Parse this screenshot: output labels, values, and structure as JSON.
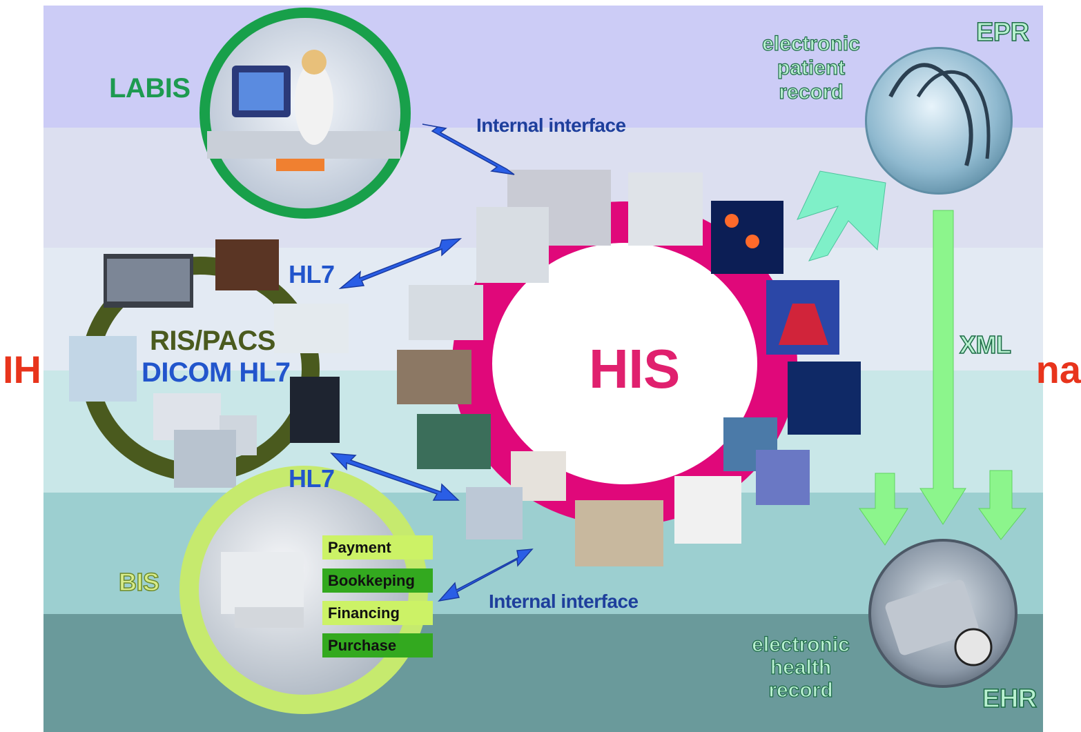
{
  "background_title": {
    "left_fragment": "IH",
    "right_fragment": "na"
  },
  "labels": {
    "labis": "LABIS",
    "ris_pacs": "RIS/PACS",
    "dicom_hl7": "DICOM HL7",
    "his": "HIS",
    "bis": "BIS",
    "epr": "EPR",
    "ehr": "EHR",
    "xml": "XML",
    "hl7_top": "HL7",
    "hl7_bottom": "HL7",
    "internal_interface_top": "Internal interface",
    "internal_interface_bottom": "Internal interface",
    "epr_desc": [
      "electronic",
      "patient",
      "record"
    ],
    "ehr_desc": [
      "electronic",
      "health",
      "record"
    ]
  },
  "bis_menu": [
    "Payment",
    "Bookkeping",
    "Financing",
    "Purchase"
  ],
  "colors": {
    "his_ring": "#e0087a",
    "his_text": "#e0206e",
    "labis_ring": "#18a04a",
    "ris_ring": "#4a5a1e",
    "bis_ring": "#c6ea6e",
    "blue_arrow": "#2a5ee6",
    "teal_arrow": "#7ff0c8",
    "green_arrow": "#8cf58c",
    "hl7_text": "#2255cc"
  }
}
